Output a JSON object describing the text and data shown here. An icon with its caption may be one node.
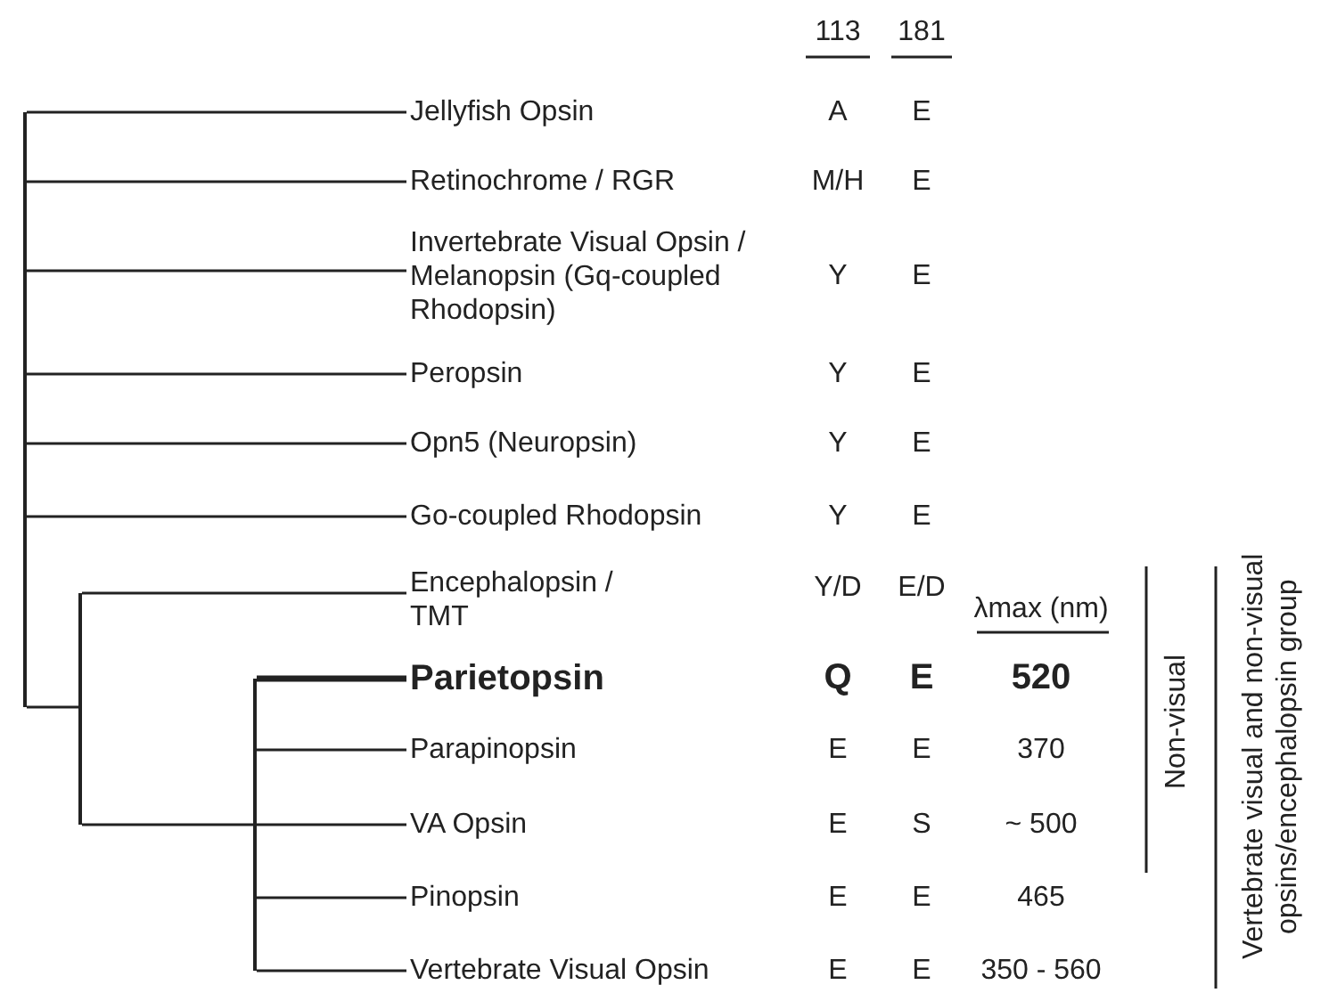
{
  "diagram": {
    "nodes": [
      {
        "text": [],
        "shape": "bar"
      },
      {
        "text": [
          "Jellyfish Opsin"
        ]
      },
      {
        "text": [
          "Retinochrome / RGR"
        ]
      },
      {
        "text": [
          "Invertebrate Visual Opsin / Melanopsin (Gq-coupled Rhodopsin)"
        ]
      },
      {
        "text": [
          "Peropsin"
        ]
      },
      {
        "text": [
          "Opn5 (Neuropsin)"
        ]
      },
      {
        "text": [
          "Go-coupled Rhodopsin"
        ]
      },
      {
        "text": [],
        "shape": "bar"
      },
      {
        "text": [
          "Encephalopsin / TMT"
        ]
      },
      {
        "text": [],
        "shape": "bar"
      },
      {
        "text": [
          "Parietopsin"
        ]
      },
      {
        "text": [
          "Parapinopsin"
        ]
      },
      {
        "text": [
          "VA Opsin"
        ]
      },
      {
        "text": [
          "Pinopsin"
        ]
      },
      {
        "text": [
          "Vertebrate Visual Opsin"
        ]
      }
    ],
    "edges": [
      {
        "from": 0,
        "to": 1,
        "arrow": "none"
      },
      {
        "from": 0,
        "to": 2,
        "arrow": "none"
      },
      {
        "from": 0,
        "to": 3,
        "arrow": "none"
      },
      {
        "from": 0,
        "to": 4,
        "arrow": "none"
      },
      {
        "from": 0,
        "to": 5,
        "arrow": "none"
      },
      {
        "from": 0,
        "to": 6,
        "arrow": "none"
      },
      {
        "from": 0,
        "to": 7,
        "arrow": "none"
      },
      {
        "from": 7,
        "to": 8,
        "arrow": "none"
      },
      {
        "from": 7,
        "to": 9,
        "arrow": "none"
      },
      {
        "from": 9,
        "to": 10,
        "arrow": "none",
        "style": "thick"
      },
      {
        "from": 9,
        "to": 11,
        "arrow": "none"
      },
      {
        "from": 9,
        "to": 12,
        "arrow": "none"
      },
      {
        "from": 9,
        "to": 13,
        "arrow": "none"
      },
      {
        "from": 9,
        "to": 14,
        "arrow": "none"
      }
    ],
    "labels": [
      "113",
      "181",
      "A",
      "E",
      "M/H",
      "E",
      "Y",
      "E",
      "Y",
      "E",
      "Y",
      "E",
      "Y",
      "E",
      "Y/D",
      "E/D",
      "λmax (nm)",
      "Q",
      "E",
      "520",
      "E",
      "E",
      "370",
      "E",
      "S",
      "~ 500",
      "E",
      "E",
      "465",
      "E",
      "E",
      "350 - 560",
      "Non-visual",
      "Vertebrate visual and non-visual opsins/encephalopsin group"
    ]
  }
}
